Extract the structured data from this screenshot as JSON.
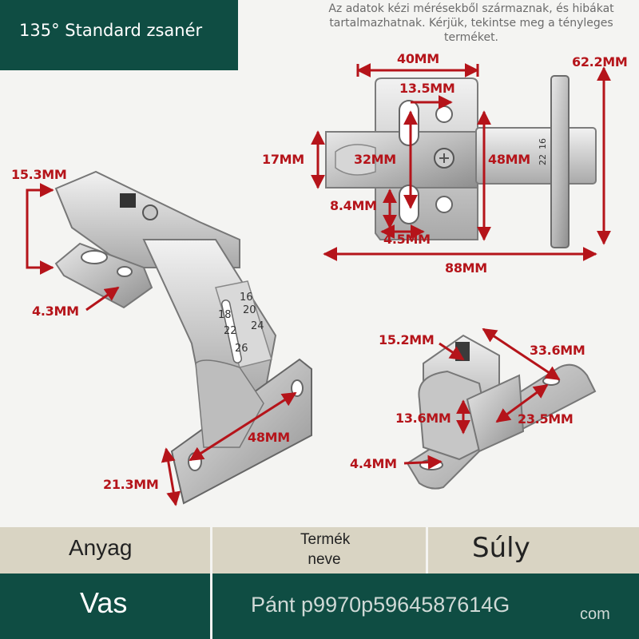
{
  "title": "135° Standard zsanér",
  "disclaimer": "Az adatok kézi mérésekből származnak, és hibákat tartalmazhatnak. Kérjük, tekintse meg a tényleges terméket.",
  "measurements": {
    "m40": "40MM",
    "m62_2": "62.2MM",
    "m13_5": "13.5MM",
    "m17": "17MM",
    "m32": "32MM",
    "m48_top": "48MM",
    "m8_4": "8.4MM",
    "m4_5": "4.5MM",
    "m88": "88MM",
    "m15_3": "15.3MM",
    "m4_3": "4.3MM",
    "m48_left": "48MM",
    "m21_3": "21.3MM",
    "m15_2": "15.2MM",
    "m33_6": "33.6MM",
    "m13_6": "13.6MM",
    "m23_5": "23.5MM",
    "m4_4": "4.4MM"
  },
  "scale_numbers": {
    "a": [
      "16",
      "20",
      "24"
    ],
    "b": [
      "18",
      "22",
      "26"
    ]
  },
  "table": {
    "headers": [
      "Anyag",
      "Termék neve",
      "Súly"
    ],
    "values": [
      "Vas",
      "Pánt p9970p5964587614G",
      "com"
    ]
  },
  "colors": {
    "accent_green": "#0f4d43",
    "header_beige": "#d9d4c3",
    "dimension_red": "#b5141a"
  }
}
